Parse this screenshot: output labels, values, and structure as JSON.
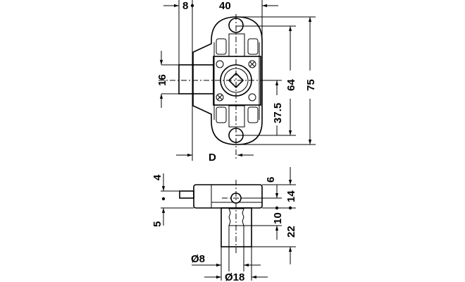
{
  "top_view": {
    "dim_offset": "8",
    "dim_width": "40",
    "dim_boss_height": "16",
    "dim_screw_spacing": "64",
    "dim_total_height": "75",
    "dim_center": "37.5",
    "dim_backset": "D"
  },
  "side_view": {
    "dim_stub_top": "4",
    "dim_screw_depth": "6",
    "dim_body_thickness": "14",
    "dim_stub_bottom": "5",
    "dim_thread": "10",
    "dim_cylinder_length": "22",
    "dim_inner_diameter": "Ø8",
    "dim_outer_diameter": "Ø18"
  }
}
